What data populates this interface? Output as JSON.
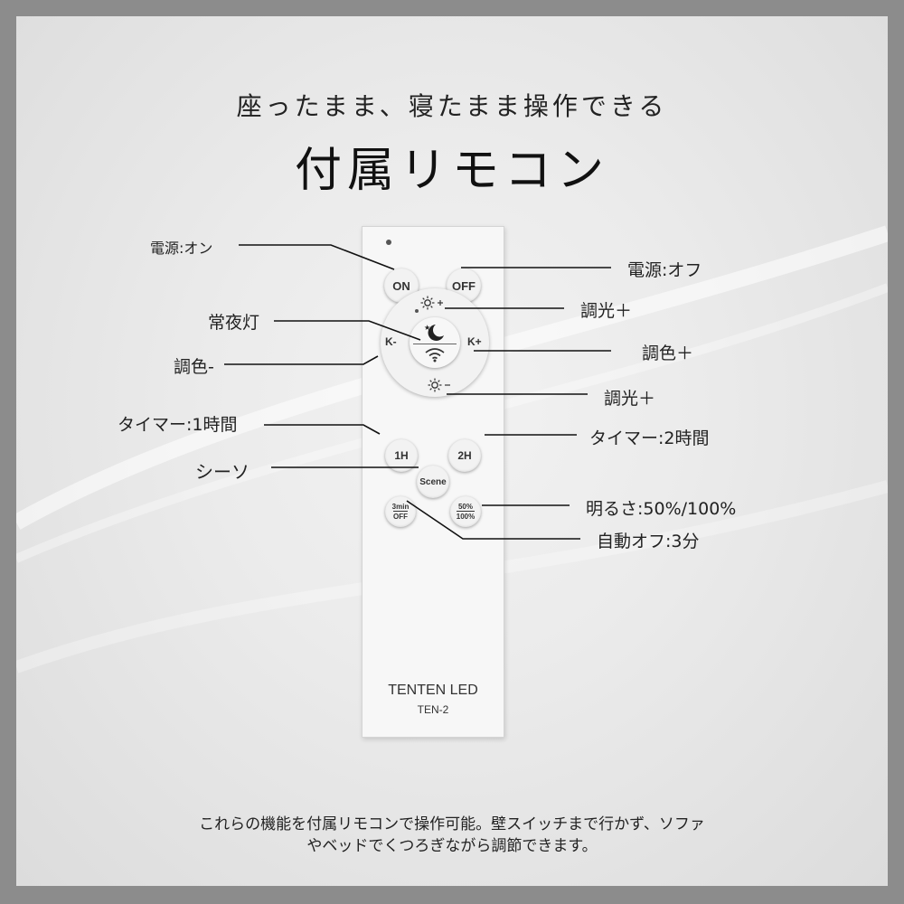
{
  "header": {
    "subtitle": "座ったまま、寝たまま操作できる",
    "title": "付属リモコン"
  },
  "remote": {
    "buttons": {
      "on": "ON",
      "off": "OFF",
      "k_minus": "K-",
      "k_plus": "K+",
      "timer_1h": "1H",
      "timer_2h": "2H",
      "scene": "Scene",
      "min3_top": "3min",
      "min3_bottom": "OFF",
      "pct_top": "50%",
      "pct_bottom": "100%"
    },
    "brand": "TENTEN LED",
    "model": "TEN-2"
  },
  "labels": {
    "power_on": "電源:オン",
    "power_off": "電源:オフ",
    "night_light": "常夜灯",
    "brightness_up": "調光＋",
    "color_minus": "調色-",
    "color_plus": "調色＋",
    "brightness_down": "調光＋",
    "timer_1h": "タイマー:1時間",
    "timer_2h": "タイマー:2時間",
    "scene": "シーソ",
    "brightness_preset": "明るさ:50%/100%",
    "auto_off": "自動オフ:3分"
  },
  "caption": {
    "line1": "これらの機能を付属リモコンで操作可能。壁スイッチまで行かず、ソファ",
    "line2": "やベッドでくつろぎながら調節できます。"
  }
}
